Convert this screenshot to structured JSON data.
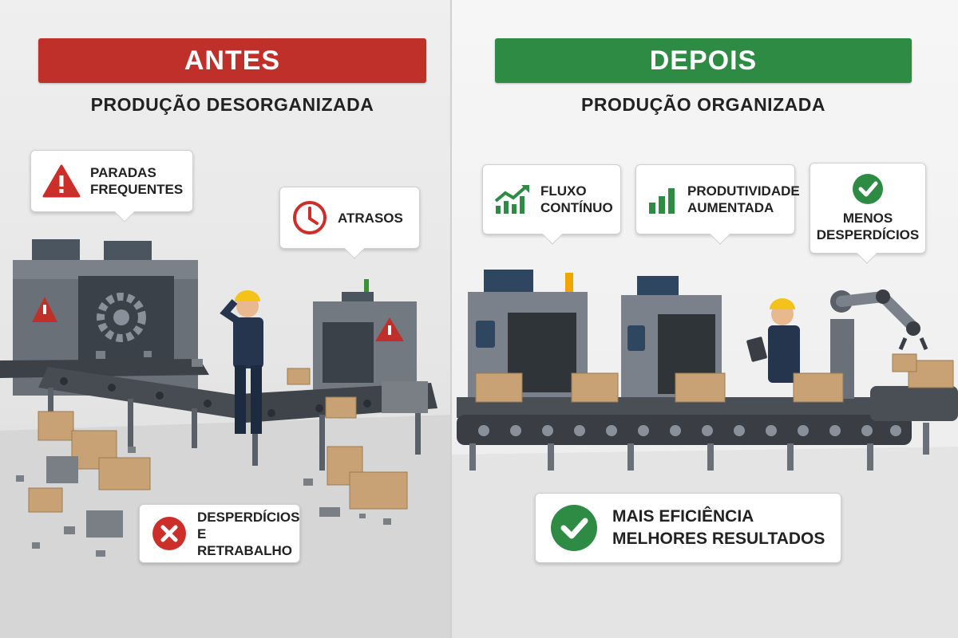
{
  "left": {
    "banner": "ANTES",
    "subtitle": "PRODUÇÃO DESORGANIZADA",
    "callouts": {
      "stops": "PARADAS\nFREQUENTES",
      "delays": "ATRASOS",
      "waste": "DESPERDÍCIOS\nE RETRABALHO"
    }
  },
  "right": {
    "banner": "DEPOIS",
    "subtitle": "PRODUÇÃO ORGANIZADA",
    "callouts": {
      "flow": "FLUXO\nCONTÍNUO",
      "productivity": "PRODUTIVIDADE\nAUMENTADA",
      "less_waste": "MENOS\nDESPERDÍCIOS"
    },
    "result": "MAIS EFICIÊNCIA\nMELHORES RESULTADOS"
  },
  "colors": {
    "before": "#c0302a",
    "after": "#2e8b44",
    "alert_icon": "#cc2f2a",
    "success_icon": "#2e8b44"
  },
  "icons": [
    "warning-icon",
    "clock-icon",
    "error-x-icon",
    "growth-chart-icon",
    "bar-chart-icon",
    "check-icon"
  ]
}
